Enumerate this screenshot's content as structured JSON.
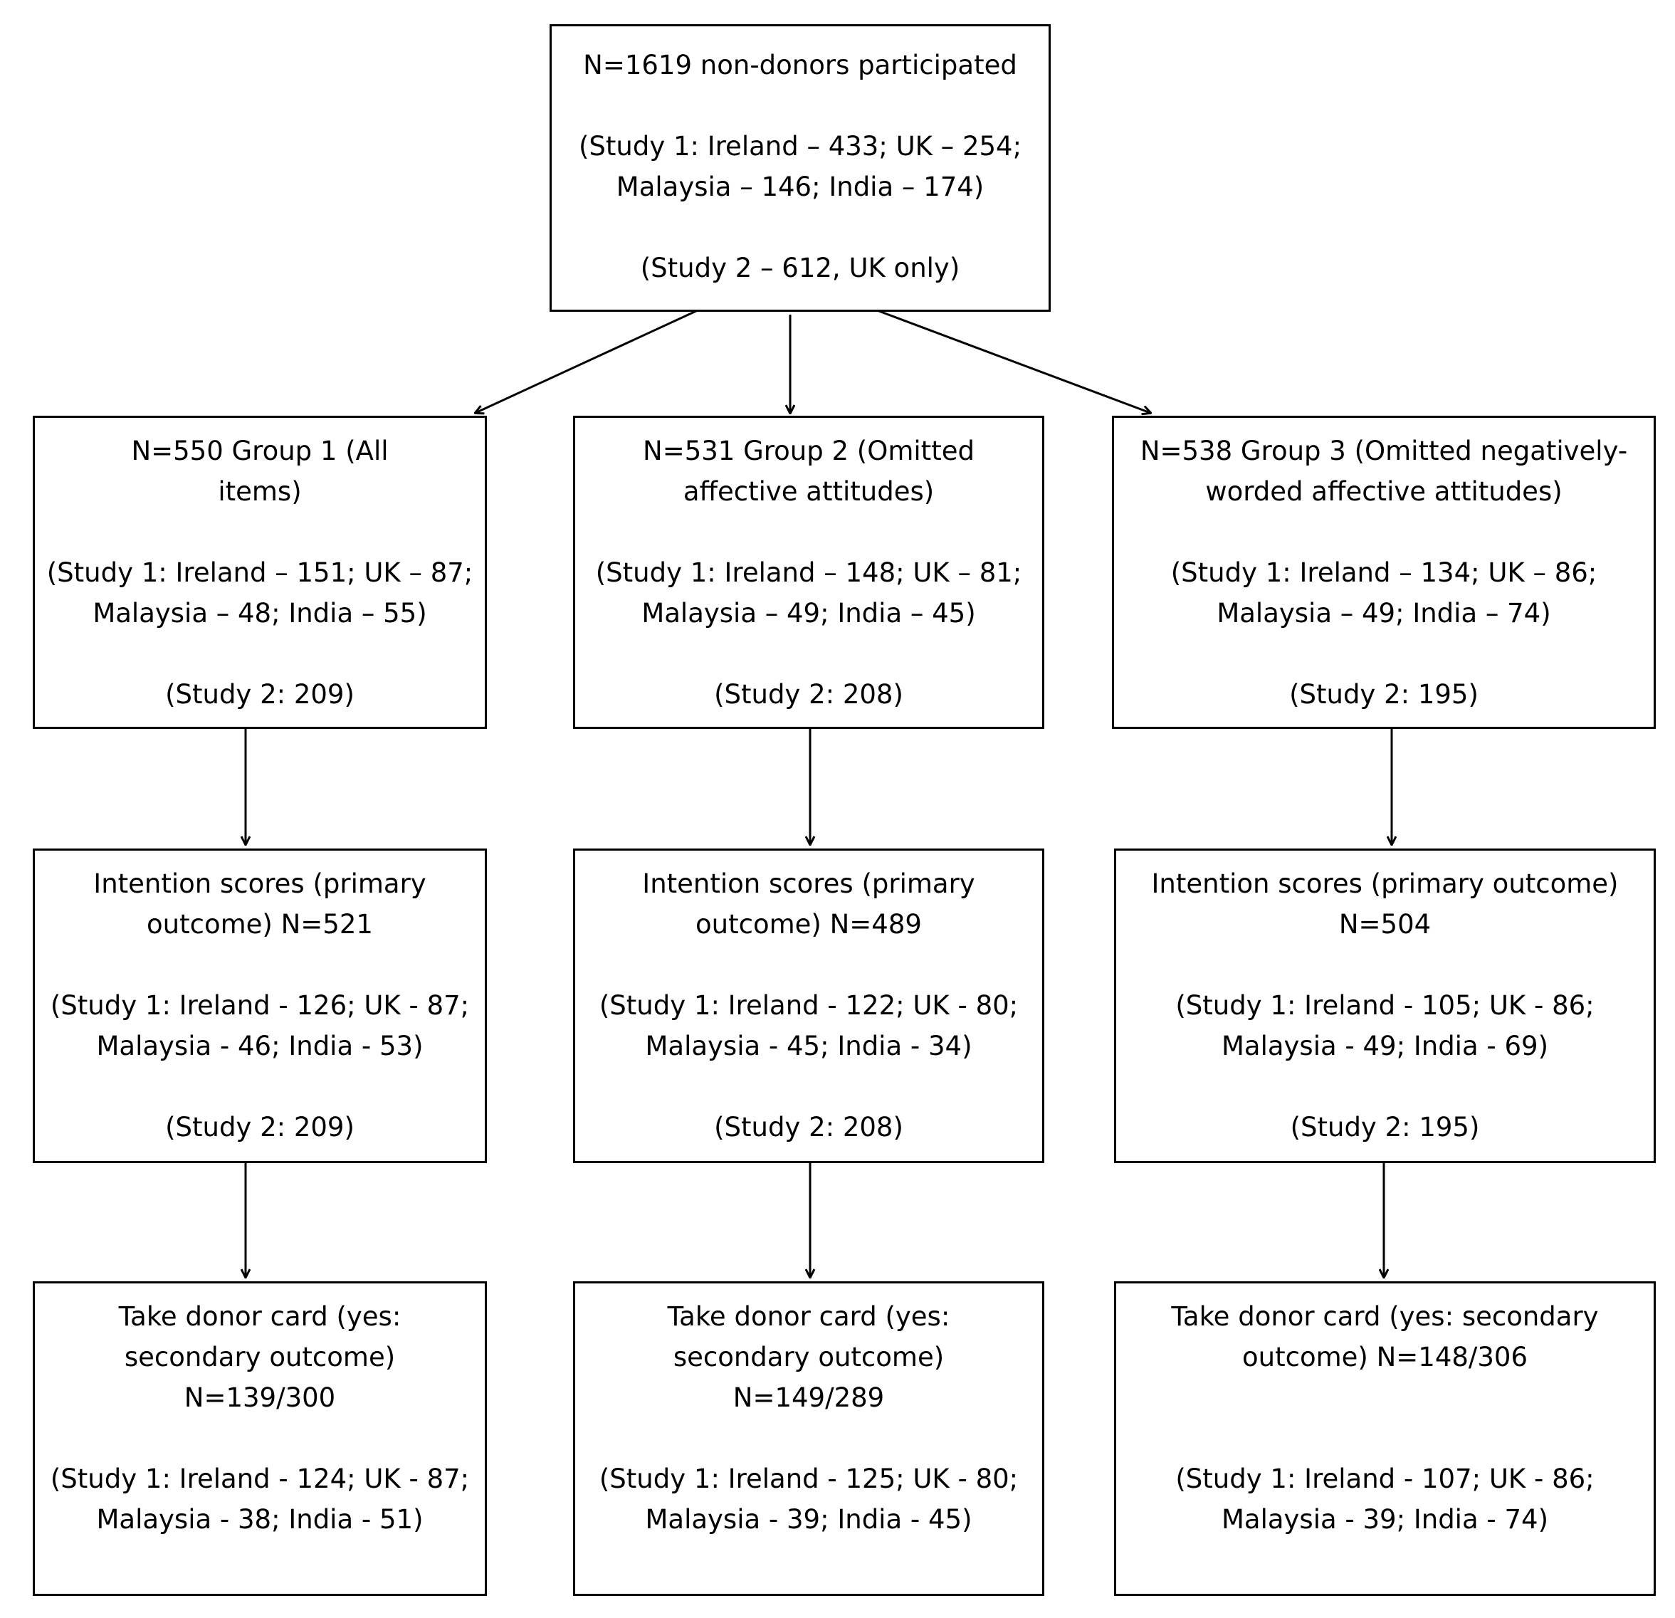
{
  "top": {
    "title": "N=1619 non-donors participated",
    "study1": "(Study 1: Ireland – 433; UK – 254; Malaysia – 146; India – 174)",
    "study2": "(Study 2 – 612, UK only)"
  },
  "groups": [
    {
      "title": "N=550 Group 1 (All items)",
      "study1": "(Study 1: Ireland – 151; UK – 87; Malaysia – 48; India – 55)",
      "study2": "(Study 2: 209)"
    },
    {
      "title": "N=531 Group 2 (Omitted affective attitudes)",
      "study1": "(Study 1: Ireland – 148; UK – 81; Malaysia – 49; India – 45)",
      "study2": "(Study 2: 208)"
    },
    {
      "title": "N=538 Group 3 (Omitted negatively-worded affective attitudes)",
      "study1": "(Study 1: Ireland – 134; UK – 86; Malaysia – 49; India – 74)",
      "study2": "(Study 2: 195)"
    }
  ],
  "intention": [
    {
      "title": "Intention scores (primary outcome) N=521",
      "study1": "(Study 1: Ireland - 126; UK - 87; Malaysia - 46; India - 53)",
      "study2": "(Study 2: 209)"
    },
    {
      "title": "Intention scores (primary outcome) N=489",
      "study1": "(Study 1: Ireland - 122; UK - 80; Malaysia - 45; India - 34)",
      "study2": "(Study 2: 208)"
    },
    {
      "title": "Intention scores (primary outcome) N=504",
      "study1": "(Study 1: Ireland - 105; UK - 86; Malaysia - 49; India - 69)",
      "study2": "(Study 2: 195)"
    }
  ],
  "donor_card": [
    {
      "title": "Take donor card (yes: secondary outcome) N=139/300",
      "study1": "(Study 1: Ireland - 124; UK - 87; Malaysia - 38; India - 51)"
    },
    {
      "title": "Take donor card (yes: secondary outcome) N=149/289",
      "study1": "(Study 1: Ireland - 125; UK - 80; Malaysia - 39; India - 45)"
    },
    {
      "title": "Take donor card (yes: secondary outcome) N=148/306",
      "study1": "(Study 1: Ireland - 107; UK - 86; Malaysia - 39; India - 74)"
    }
  ]
}
